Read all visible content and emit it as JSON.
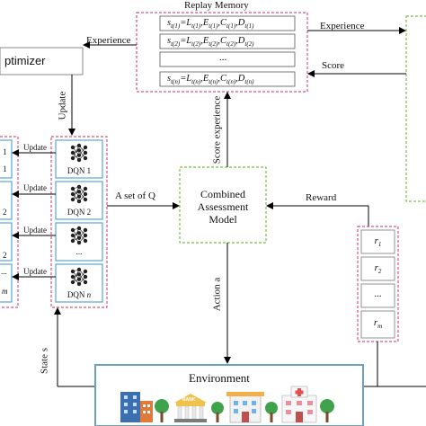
{
  "replay_memory": {
    "title": "Replay Memory",
    "rows": [
      "s_t(1)=L_t(1),E_t(1),C_t(1),D_t(1)",
      "s_t(2)=L_t(2),E_t(2),C_t(2),D_t(2)",
      "...",
      "s_t(n)=L_t(n),E_t(n),C_t(n),D_t(n)"
    ]
  },
  "optimizer": {
    "label": "ptimizer"
  },
  "dqn_list": [
    {
      "label": "DQN 1"
    },
    {
      "label": "DQN 2"
    },
    {
      "label": "..."
    },
    {
      "label": "DQN",
      "index": "n"
    }
  ],
  "left_stubs": [
    "1",
    "1",
    "2",
    "2",
    "...",
    "m"
  ],
  "model": {
    "line1": "Combined",
    "line2": "Assessment",
    "line3": "Model"
  },
  "rewards": [
    {
      "base": "r",
      "sub": "1"
    },
    {
      "base": "r",
      "sub": "2"
    },
    {
      "base": "...",
      "sub": ""
    },
    {
      "base": "r",
      "sub": "m"
    }
  ],
  "edges": {
    "experience_left": "Experience",
    "experience_right": "Experience",
    "score": "Score",
    "update_vertical": "Update",
    "update_labels": [
      "Update",
      "Update",
      "Update",
      "Update"
    ],
    "set_of_q": "A set of Q",
    "score_experience": "Score experience",
    "reward": "Reward",
    "action": "Action a",
    "state": "State s"
  },
  "environment": {
    "title": "Environment",
    "icons": [
      "office-building-icon",
      "tree-icon",
      "bank-icon",
      "tree-icon",
      "hospital-building-icon",
      "tree-icon",
      "hospital-icon"
    ],
    "bank_text": "BANK"
  },
  "colors": {
    "pink_dash": "#e0507a",
    "green_dash": "#7ac043",
    "blue_border": "#59a6d6",
    "env_border": "#6f9fc0",
    "arrow": "#000000"
  }
}
